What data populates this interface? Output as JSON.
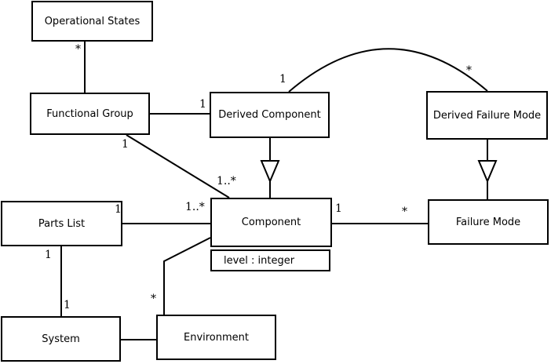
{
  "diagram_type": "uml-class-diagram",
  "colors": {
    "background": "#ffffff",
    "line": "#000000",
    "box_fill": "#ffffff",
    "text": "#000000"
  },
  "nodes": {
    "operational_states": {
      "label": "Operational States"
    },
    "functional_group": {
      "label": "Functional Group"
    },
    "derived_component": {
      "label": "Derived Component"
    },
    "derived_failure_mode": {
      "label": "Derived Failure Mode"
    },
    "parts_list": {
      "label": "Parts List"
    },
    "component": {
      "label": "Component",
      "attributes": [
        "level : integer"
      ]
    },
    "failure_mode": {
      "label": "Failure Mode"
    },
    "system": {
      "label": "System"
    },
    "environment": {
      "label": "Environment"
    }
  },
  "edges": {
    "operational_states__functional_group": {
      "type": "association",
      "mult_source_end": "*"
    },
    "functional_group__derived_component": {
      "type": "association",
      "mult_target_end": "1"
    },
    "functional_group__component": {
      "type": "association",
      "mult_source_end": "1",
      "mult_target_end": "1..*"
    },
    "derived_component__derived_failure_mode": {
      "type": "association-arc",
      "mult_source_end": "1",
      "mult_target_end": "*"
    },
    "derived_component__component": {
      "type": "generalization"
    },
    "derived_failure_mode__failure_mode": {
      "type": "generalization"
    },
    "parts_list__component": {
      "type": "association",
      "mult_source_end": "1",
      "mult_target_end": "1..*"
    },
    "component__failure_mode": {
      "type": "association",
      "mult_source_end": "1",
      "mult_target_end": "*"
    },
    "parts_list__system": {
      "type": "association",
      "mult_source_end": "1",
      "mult_target_end": "1"
    },
    "component__environment": {
      "type": "association",
      "mult_target_end": "*"
    },
    "system__environment": {
      "type": "association"
    }
  }
}
